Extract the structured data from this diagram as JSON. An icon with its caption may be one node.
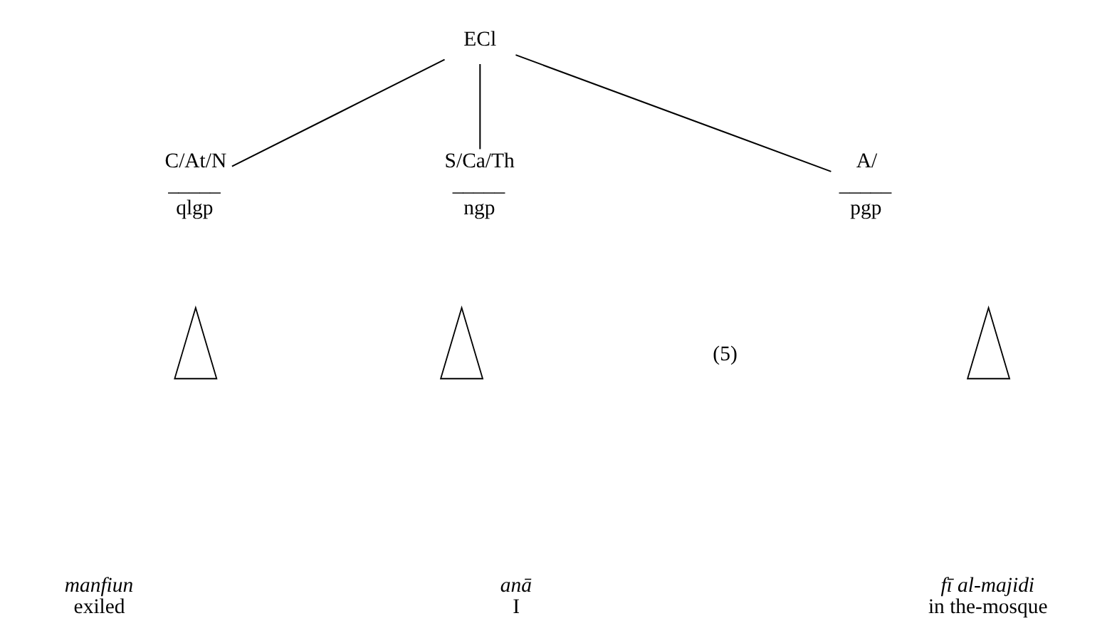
{
  "diagram": {
    "nodes": [
      {
        "text": [
          "ECl"
        ]
      },
      {
        "text": [
          "C/At/N",
          "_____",
          "qlgp"
        ]
      },
      {
        "text": [
          "S/Ca/Th",
          "_____",
          "ngp"
        ]
      },
      {
        "text": [
          "A/",
          "_____",
          "pgp"
        ]
      },
      {
        "text": [],
        "shape": "triangle",
        "beside": [
          "manfiun",
          "exiled"
        ]
      },
      {
        "text": [],
        "shape": "triangle",
        "beside": [
          "anā",
          "I"
        ]
      },
      {
        "text": [],
        "shape": "triangle",
        "beside": [
          "fī al-majidi",
          "in the-mosque"
        ]
      }
    ],
    "edges": [
      {
        "from": 0,
        "to": 1,
        "arrow": "none"
      },
      {
        "from": 0,
        "to": 2,
        "arrow": "none"
      },
      {
        "from": 0,
        "to": 3,
        "arrow": "none"
      }
    ],
    "labels": [
      "(5)"
    ]
  }
}
